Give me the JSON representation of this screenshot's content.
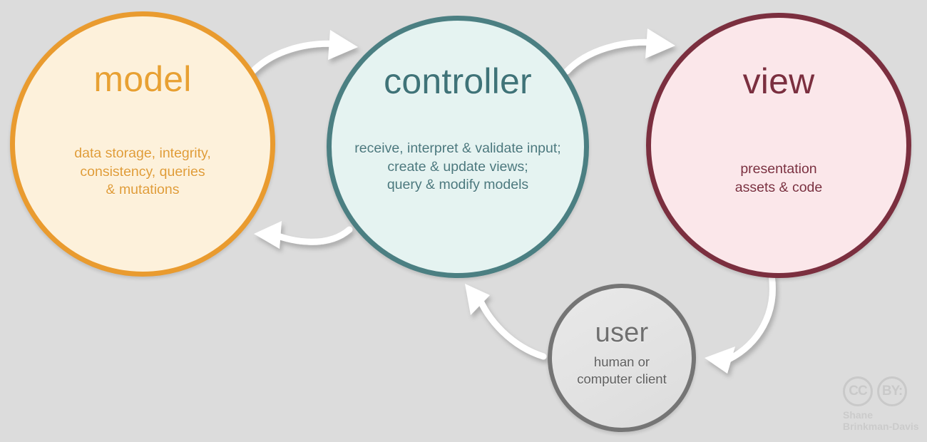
{
  "diagram": {
    "title": "MVC architecture diagram",
    "background_color": "#dcdcdc",
    "nodes": [
      {
        "id": "model",
        "title": "model",
        "description_lines": [
          "data storage, integrity,",
          "consistency, queries",
          "& mutations"
        ],
        "fill_color": "#fdf1db",
        "border_color": "#e99b2f",
        "text_color": "#e09c37"
      },
      {
        "id": "controller",
        "title": "controller",
        "description_lines": [
          "receive, interpret & validate input;",
          "create & update views;",
          "query & modify models"
        ],
        "fill_color": "#e5f3f1",
        "border_color": "#4b7f82",
        "text_color": "#4a787d"
      },
      {
        "id": "view",
        "title": "view",
        "description_lines": [
          "presentation",
          "assets & code"
        ],
        "fill_color": "#fbe7ea",
        "border_color": "#7b2f3f",
        "text_color": "#7b2f3f"
      },
      {
        "id": "user",
        "title": "user",
        "description_lines": [
          "human or",
          "computer client"
        ],
        "fill_color": "#e4e4e4",
        "border_color": "#757575",
        "text_color": "#5f5f5f"
      }
    ],
    "arrows": [
      {
        "id": "model-to-controller",
        "from": "model",
        "to": "controller",
        "color": "#ffffff"
      },
      {
        "id": "controller-to-model",
        "from": "controller",
        "to": "model",
        "color": "#ffffff"
      },
      {
        "id": "controller-to-view",
        "from": "controller",
        "to": "view",
        "color": "#ffffff"
      },
      {
        "id": "view-to-user",
        "from": "view",
        "to": "user",
        "color": "#ffffff"
      },
      {
        "id": "user-to-controller",
        "from": "user",
        "to": "controller",
        "color": "#ffffff"
      }
    ]
  },
  "license": {
    "mark_cc": "CC",
    "mark_by": "BY:",
    "author_line1": "Shane",
    "author_line2": "Brinkman-Davis",
    "color": "#c9c9c9"
  }
}
